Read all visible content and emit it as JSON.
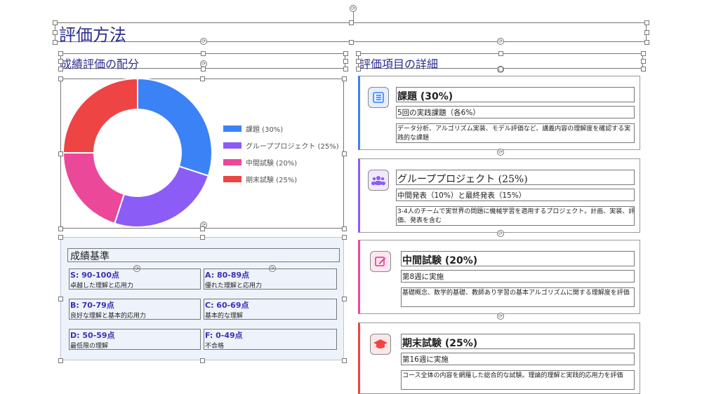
{
  "page": {
    "title": "評価方法",
    "left_section_title": "成績評価の配分",
    "right_section_title": "評価項目の詳細"
  },
  "chart_data": {
    "type": "pie",
    "categories": [
      "課題 (30%)",
      "グループプロジェクト (25%)",
      "中間試験 (20%)",
      "期末試験 (25%)"
    ],
    "values": [
      30,
      25,
      20,
      25
    ],
    "colors": [
      "#3b82f6",
      "#8b5cf6",
      "#ec4899",
      "#ef4444"
    ],
    "legend_position": "right",
    "title": ""
  },
  "grades": {
    "title": "成績基準",
    "items": [
      {
        "label": "S: 90-100点",
        "desc": "卓越した理解と応用力"
      },
      {
        "label": "A: 80-89点",
        "desc": "優れた理解と応用力"
      },
      {
        "label": "B: 70-79点",
        "desc": "良好な理解と基本的応用力"
      },
      {
        "label": "C: 60-69点",
        "desc": "基本的な理解"
      },
      {
        "label": "D: 50-59点",
        "desc": "最低限の理解"
      },
      {
        "label": "F: 0-49点",
        "desc": "不合格"
      }
    ]
  },
  "items": [
    {
      "title": "課題 (30%)",
      "sub": "5回の実践課題（各6%）",
      "desc": "データ分析、アルゴリズム実装、モデル評価など、講義内容の理解度を確認する実践的な課題",
      "color": "#3b82f6",
      "icon": "task-list-icon"
    },
    {
      "title": "グループプロジェクト (25%)",
      "sub": "中間発表（10%）と最終発表（15%）",
      "desc": "3-4人のチームで実世界の問題に機械学習を適用するプロジェクト。計画、実装、評価、発表を含む",
      "color": "#8b5cf6",
      "icon": "group-icon"
    },
    {
      "title": "中間試験 (20%)",
      "sub": "第8週に実施",
      "desc": "基礎概念、数学的基礎、教師あり学習の基本アルゴリズムに関する理解度を評価",
      "color": "#ec4899",
      "icon": "edit-icon"
    },
    {
      "title": "期末試験 (25%)",
      "sub": "第16週に実施",
      "desc": "コース全体の内容を網羅した総合的な試験。理論的理解と実践的応用力を評価",
      "color": "#ef4444",
      "icon": "graduation-cap-icon"
    }
  ]
}
